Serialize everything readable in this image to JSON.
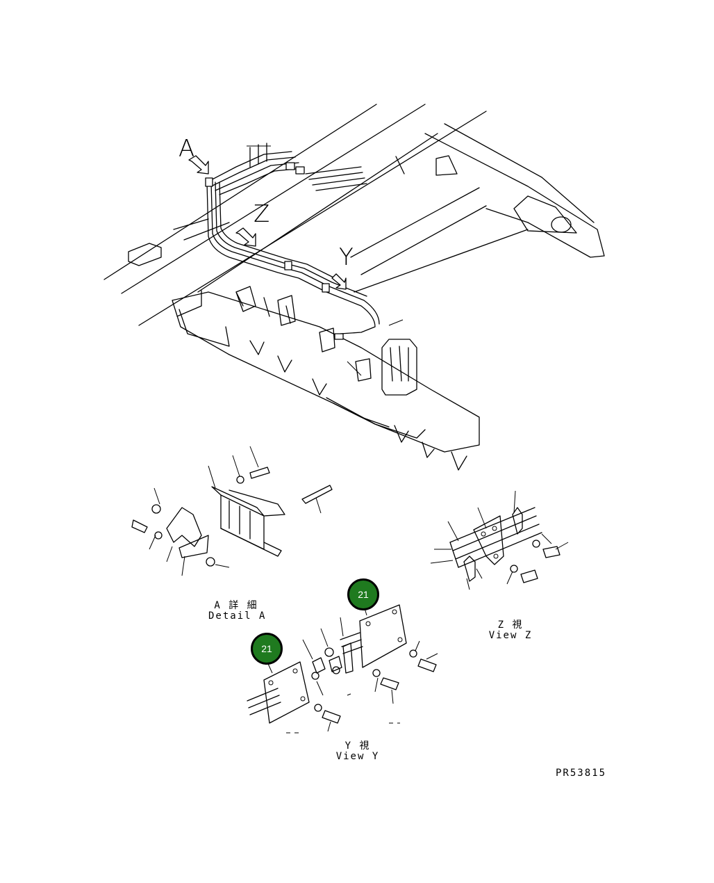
{
  "view_labels": {
    "a": "A",
    "z": "Z",
    "y": "Y"
  },
  "captions": {
    "detail_a_jp": "A 詳 細",
    "detail_a_en": "Detail A",
    "view_z_jp": "Z  視",
    "view_z_en": "View Z",
    "view_y_jp": "Y  視",
    "view_y_en": "View Y"
  },
  "callouts": {
    "badge_upper": "21",
    "badge_lower": "21"
  },
  "drawing_id": "PR53815",
  "colors": {
    "badge_fill": "#1f7a1f",
    "line": "#000000"
  }
}
